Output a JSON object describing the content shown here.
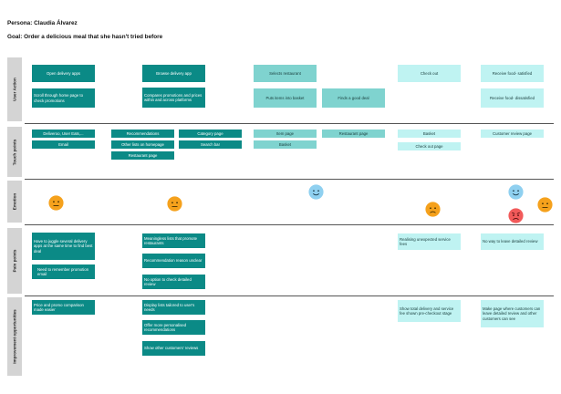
{
  "persona": "Persona: Claudia Álvarez",
  "goal": "Goal: Order a delicious meal that she hasn't tried before",
  "rows": {
    "user_action": "User Action",
    "touch_points": "Touch points",
    "emotion": "Emotion",
    "pain_points": "Pain points",
    "improvement": "Improvement opportunities"
  },
  "user_action": {
    "open_apps": "Open delivery apps",
    "scroll": "Scroll through home page to check promotions",
    "browse": "Browse delivery app",
    "compares": "Compares promotions and prices within and across platforms",
    "selects": "Selects  restaurant",
    "puts": "Puts items into basket",
    "finds": "Finds a good deal",
    "checkout": "Check out",
    "satisfied": "Receive food- satisfied",
    "dissatisfied": "Receive food- dissatisfied"
  },
  "touch_points": {
    "apps": "Deliveroo, User Eats,...",
    "email": "Email",
    "recommendations": "Recommendations",
    "other_lists": "Other lists on homepage",
    "restaurant_page_1": "Restaurant page",
    "category": "Category page",
    "search": "Search bar",
    "item": "Item page",
    "basket_1": "Basket",
    "restaurant_page_2": "Restaurant page",
    "basket_2": "Basket",
    "checkout_page": "Check out page",
    "review_page": "Customer review page"
  },
  "emotion": {
    "colors": {
      "neutral": "#f5a11c",
      "happy": "#8fd0f0",
      "angry": "#f25a5a"
    }
  },
  "pain_points": {
    "juggle": "Have to juggle several delivery apps at the same time to find best deal",
    "remember": "Need to remember promotion email",
    "meaningless": "Meaningless lists that promote restaurants",
    "unclear": "Recommendation reason unclear",
    "no_option": "No option to check detailed review",
    "unexpected": "Realising unexpected service fees",
    "no_way": "No way to leave detailed review"
  },
  "improvement": {
    "price": "Price and promo comparison made easier",
    "tailored": "Display lists tailored to user's needs",
    "personalised": "Offer more personalised recommendations",
    "reviews": "Show other customers' reviews",
    "total": "Show total delivery and service fee shown pre-checkout stage",
    "make_page": "Make page where customers can leave detailed review and other customers can see"
  }
}
